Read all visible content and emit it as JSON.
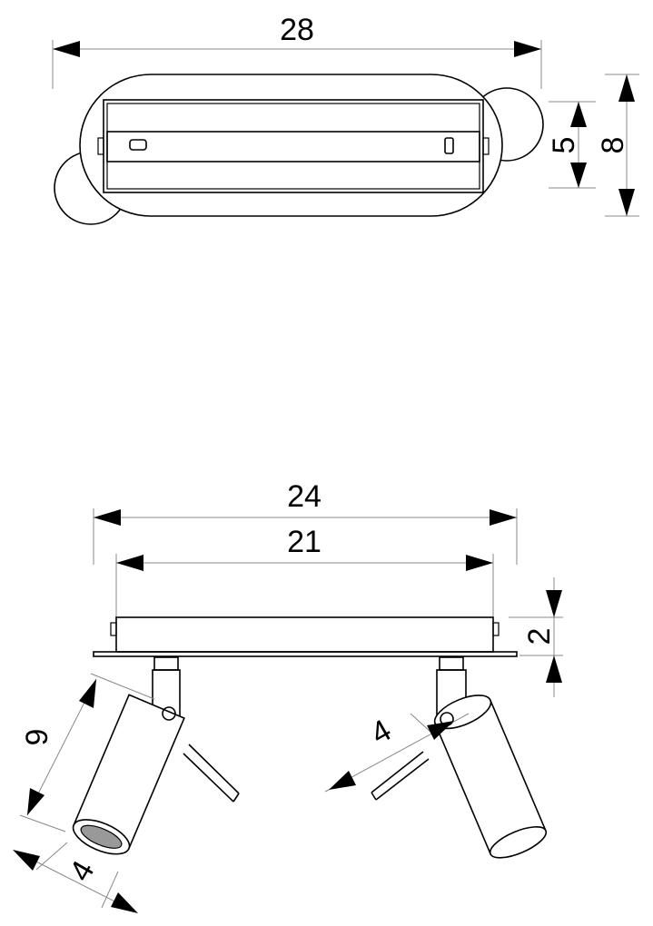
{
  "top_view": {
    "width_label": "28",
    "inner_height_label": "5",
    "outer_height_label": "8"
  },
  "side_view": {
    "overall_length_label": "24",
    "body_length_label": "21",
    "height_label": "2",
    "spot_length_label": "9",
    "spot_diameter_label": "4",
    "spot_diameter_label_right": "4"
  }
}
